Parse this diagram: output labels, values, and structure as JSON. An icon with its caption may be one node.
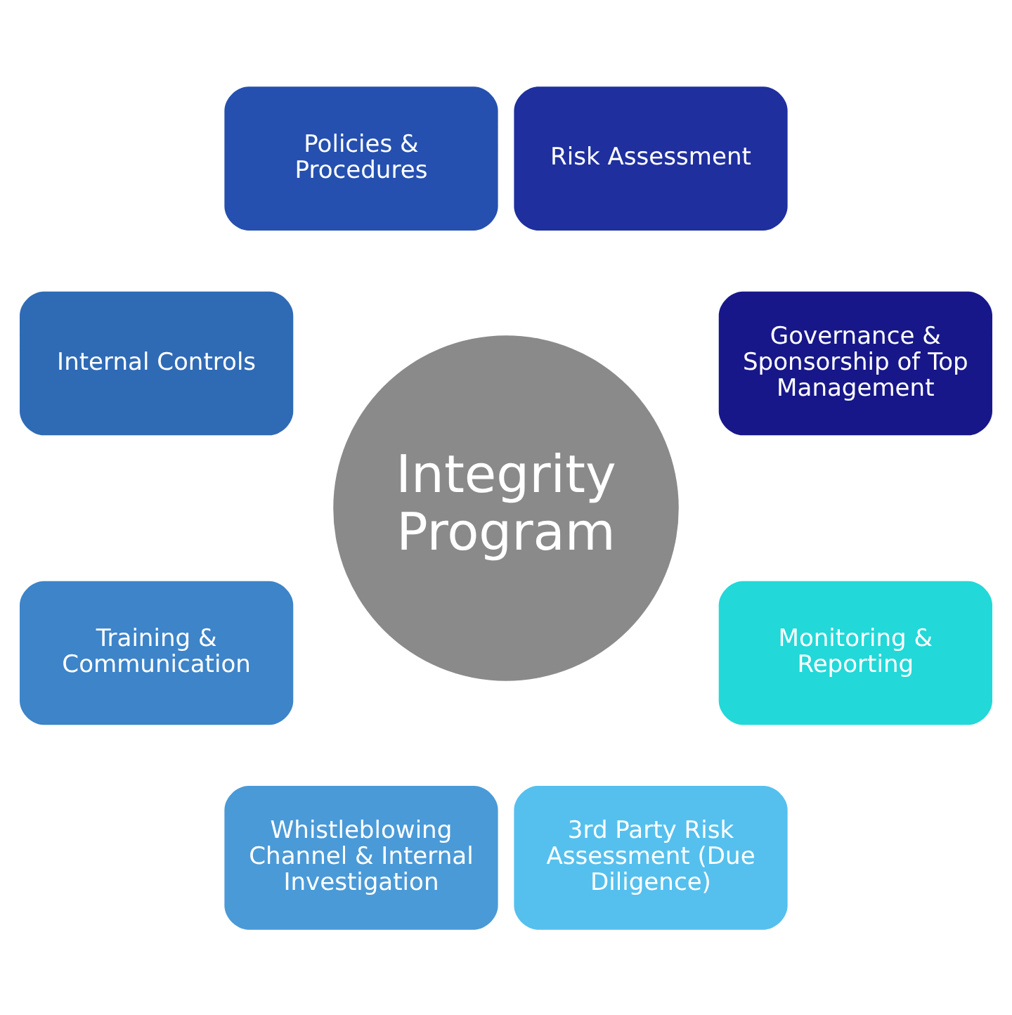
{
  "diagram": {
    "nodes": [
      {
        "text": [
          "Integrity Program"
        ]
      },
      {
        "text": [
          "Governance & Sponsorship of Top Management"
        ]
      },
      {
        "text": [
          "Risk Assessment"
        ]
      },
      {
        "text": [
          "Policies & Procedures"
        ]
      },
      {
        "text": [
          "Internal Controls"
        ]
      },
      {
        "text": [
          "Training & Communication"
        ]
      },
      {
        "text": [
          "Whistleblowing Channel & Internal Investigation"
        ]
      },
      {
        "text": [
          "3rd Party Risk Assessment (Due Diligence)"
        ]
      },
      {
        "text": [
          "Monitoring & Reporting"
        ]
      }
    ]
  }
}
